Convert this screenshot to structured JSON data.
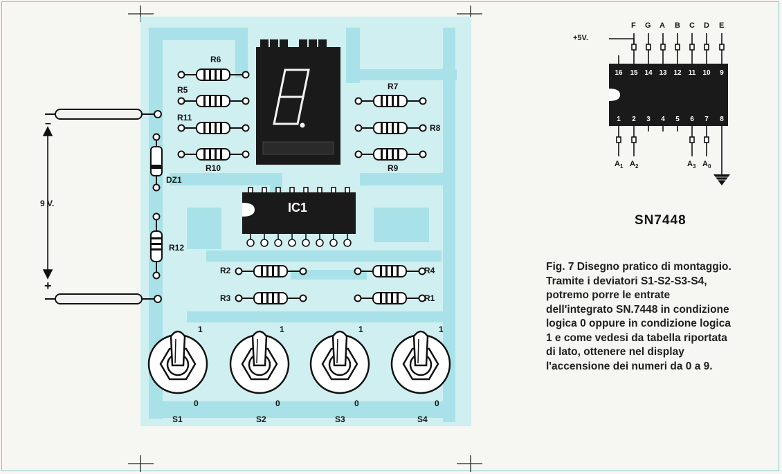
{
  "colors": {
    "board": "#cfeff1",
    "trace": "#9fdee4",
    "ink": "#141414",
    "frame": "#7fc8cc"
  },
  "board": {
    "resistors": {
      "r6": "R6",
      "r5": "R5",
      "r11": "R11",
      "r10": "R10",
      "r7": "R7",
      "r8": "R8",
      "r9": "R9",
      "r2": "R2",
      "r3": "R3",
      "r4": "R4",
      "r1": "R1",
      "r12": "R12"
    },
    "zener": "DZ1",
    "ic": "IC1",
    "supply": {
      "voltage": "9 V.",
      "minus": "–",
      "plus": "+"
    },
    "switches": [
      {
        "name": "S1",
        "on": "1",
        "off": "0"
      },
      {
        "name": "S2",
        "on": "1",
        "off": "0"
      },
      {
        "name": "S3",
        "on": "1",
        "off": "0"
      },
      {
        "name": "S4",
        "on": "1",
        "off": "0"
      }
    ]
  },
  "pinout": {
    "title": "SN7448",
    "vcc": "+5V.",
    "top_labels": [
      "F",
      "G",
      "A",
      "B",
      "C",
      "D",
      "E"
    ],
    "top_pins": [
      "16",
      "15",
      "14",
      "13",
      "12",
      "11",
      "10",
      "9"
    ],
    "bottom_pins": [
      "1",
      "2",
      "3",
      "4",
      "5",
      "6",
      "7",
      "8"
    ],
    "bottom_labels": {
      "a1": "A",
      "a1_sub": "1",
      "a2": "A",
      "a2_sub": "2",
      "a3": "A",
      "a3_sub": "3",
      "a0": "A",
      "a0_sub": "0"
    }
  },
  "caption": "Fig. 7  Disegno pratico di montaggio. Tramite i deviatori S1-S2-S3-S4, potremo porre le entrate dell'integrato SN.7448 in condizione logica 0 oppure in condizione logica 1 e come vedesi da tabella riportata di lato, ottenere nel display l'accensione dei numeri da 0 a 9."
}
